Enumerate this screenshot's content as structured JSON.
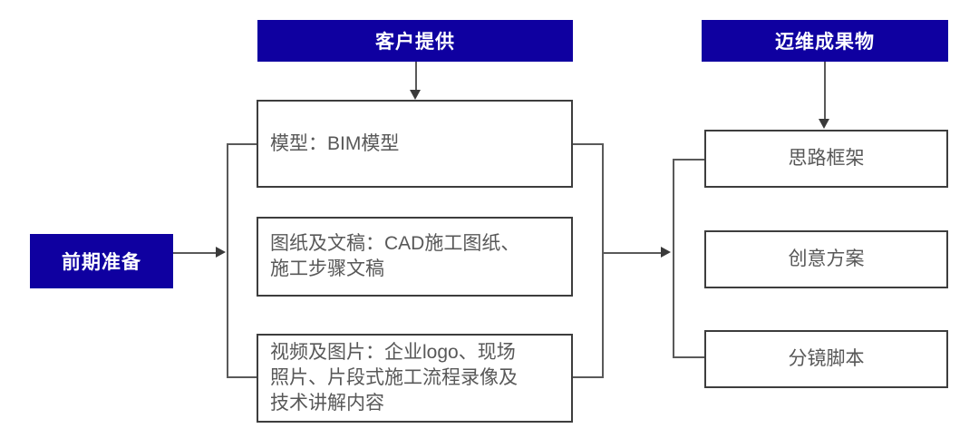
{
  "diagram": {
    "title_left": "客户提供",
    "title_right": "迈维成果物",
    "stage_label": "前期准备",
    "inputs": [
      {
        "id": "model",
        "text": "模型：BIM模型"
      },
      {
        "id": "drawings",
        "text": "图纸及文稿：CAD施工图纸、\n施工步骤文稿"
      },
      {
        "id": "media",
        "text": "视频及图片：企业logo、现场\n照片、片段式施工流程录像及\n技术讲解内容"
      }
    ],
    "outputs": [
      {
        "id": "framework",
        "text": "思路框架"
      },
      {
        "id": "creative",
        "text": "创意方案"
      },
      {
        "id": "storyboard",
        "text": "分镜脚本"
      }
    ],
    "colors": {
      "header_blue": "#0f00a0",
      "header_text": "#ffffff",
      "node_border": "#3d3d3d",
      "node_text": "#585858",
      "connector": "#595959",
      "arrow": "#3a3a3a",
      "background": "#ffffff"
    }
  }
}
